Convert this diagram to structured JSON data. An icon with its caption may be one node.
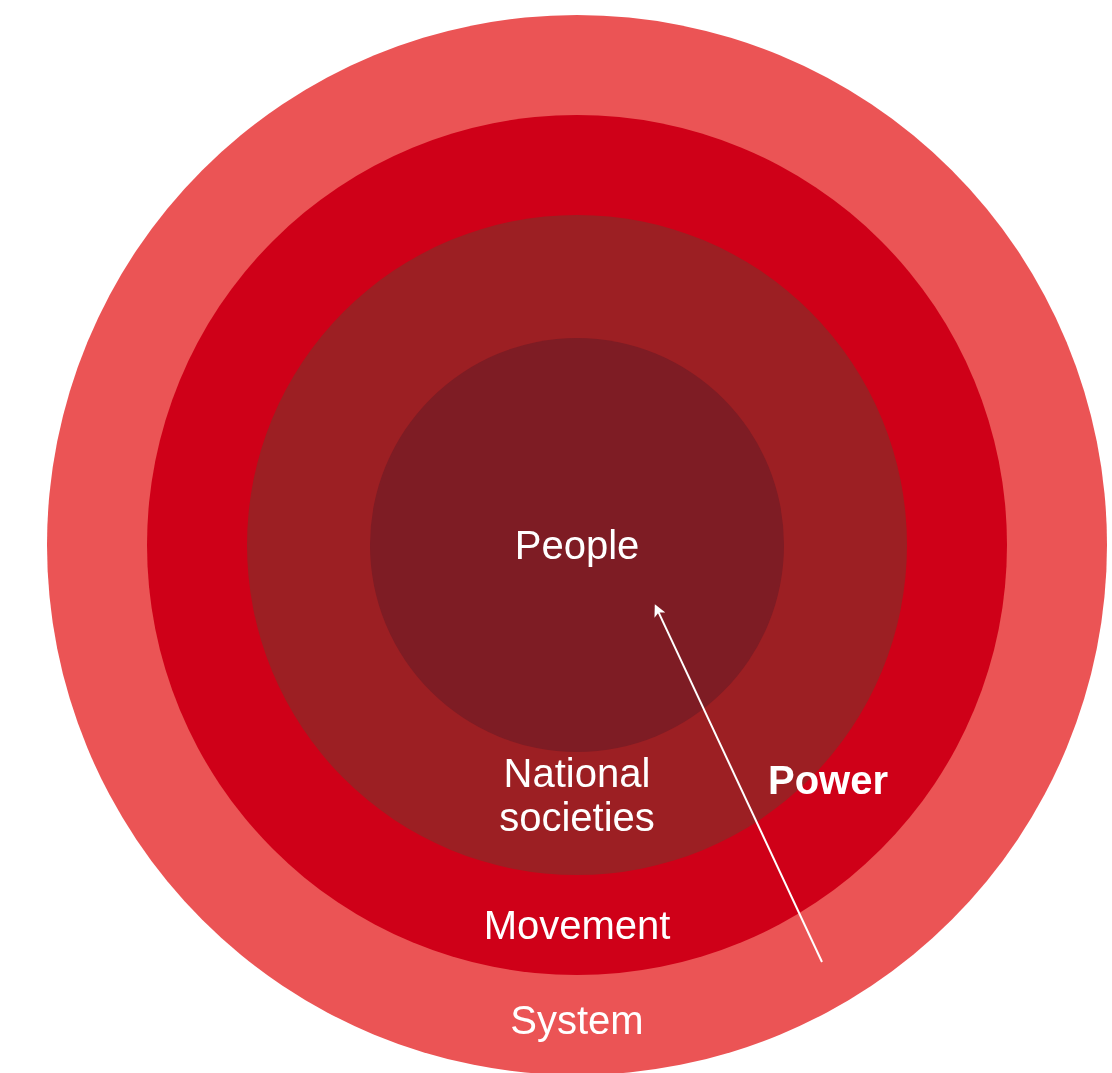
{
  "diagram": {
    "nodes": [
      {
        "text": [
          "System"
        ]
      },
      {
        "text": [
          "Movement"
        ],
        "in": 0
      },
      {
        "text": [
          "National societies"
        ],
        "in": 1
      },
      {
        "text": [
          "People"
        ],
        "in": 2
      }
    ],
    "edges": [
      {
        "from": null,
        "to": 3,
        "arrow": "to",
        "label": "Power"
      }
    ]
  }
}
